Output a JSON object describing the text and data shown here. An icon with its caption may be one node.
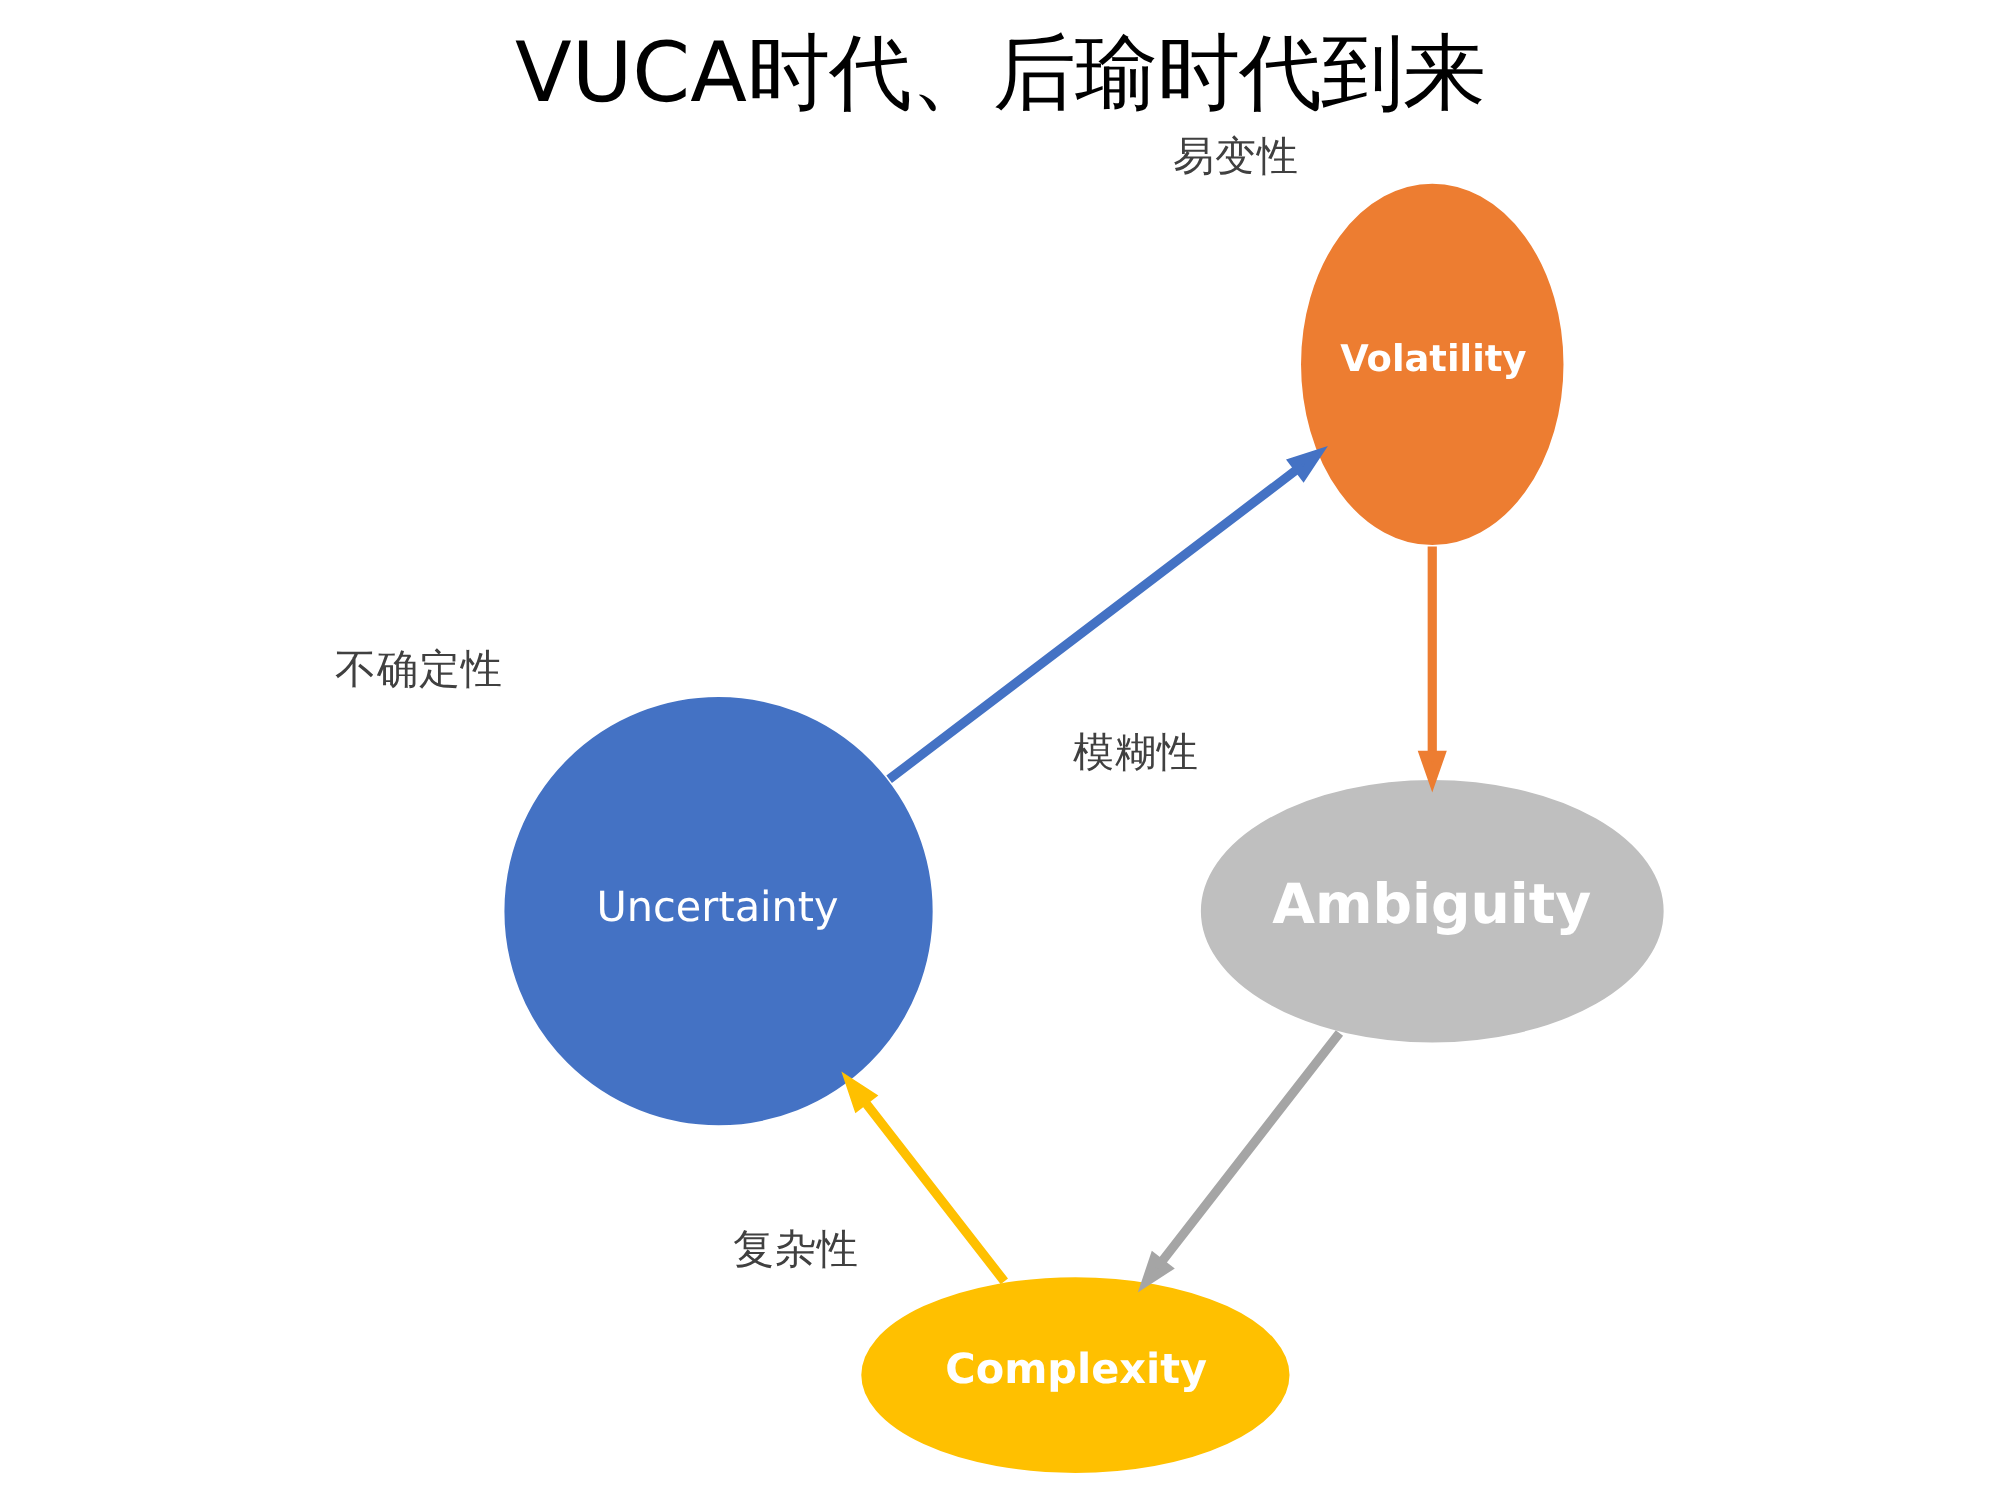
{
  "diagram": {
    "title": "VUCA时代、后瑜时代到来",
    "nodes": [
      {
        "text": [
          "Volatility"
        ],
        "beside": [
          "易变性"
        ]
      },
      {
        "text": [
          "Ambiguity"
        ],
        "beside": [
          "模糊性"
        ]
      },
      {
        "text": [
          "Complexity"
        ],
        "beside": [
          "复杂性"
        ]
      },
      {
        "text": [
          "Uncertainty"
        ],
        "beside": [
          "不确定性"
        ]
      }
    ],
    "edges": [
      {
        "from": 3,
        "to": 0,
        "arrow": "to",
        "color": "#4472c4"
      },
      {
        "from": 0,
        "to": 1,
        "arrow": "to",
        "color": "#ed7d31"
      },
      {
        "from": 1,
        "to": 2,
        "arrow": "to",
        "color": "#a5a5a5"
      },
      {
        "from": 2,
        "to": 3,
        "arrow": "to",
        "color": "#ffc000"
      }
    ]
  }
}
